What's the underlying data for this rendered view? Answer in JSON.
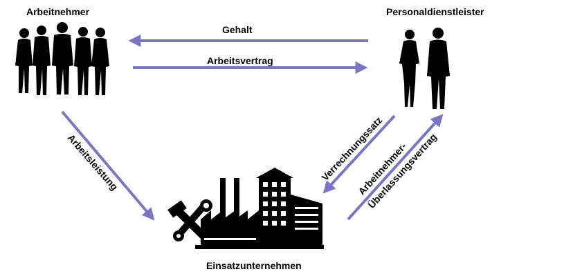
{
  "nodes": {
    "arbeitnehmer": "Arbeitnehmer",
    "personaldienstleister": "Personaldienstleister",
    "einsatzunternehmen": "Einsatzunternehmen"
  },
  "edges": {
    "gehalt": "Gehalt",
    "arbeitsvertrag": "Arbeitsvertrag",
    "arbeitsleistung": "Arbeitsleistung",
    "verrechnungssatz": "Verrechnungssatz",
    "ueberlassung_line1": "Arbeitnehmer-",
    "ueberlassung_line2": "Überlassungsvertrag"
  },
  "colors": {
    "arrow": "#7b75c4",
    "silhouette": "#000000"
  }
}
